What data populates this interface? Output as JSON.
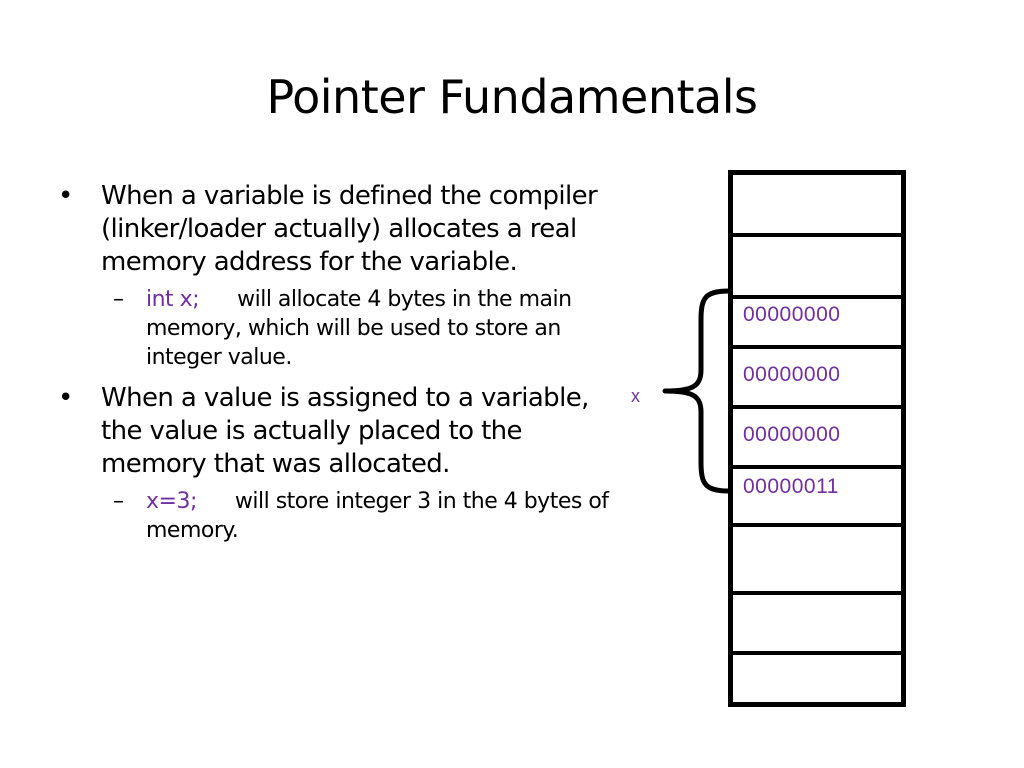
{
  "slide": {
    "title": "Pointer Fundamentals"
  },
  "bullets": [
    {
      "bullet_glyph": "•",
      "text": "When a variable is defined the compiler (linker/loader actually) allocates a real memory address for the variable.",
      "sub": {
        "dash_glyph": "–",
        "code": "int x;",
        "text": "will allocate 4 bytes in the main memory, which will be used to store an integer value."
      }
    },
    {
      "bullet_glyph": "•",
      "text": "When a value is assigned to a variable, the value is actually placed to the memory that was allocated.",
      "sub": {
        "dash_glyph": "–",
        "code": "x=3;",
        "text": "will store integer 3 in the 4 bytes of memory."
      }
    }
  ],
  "memory": {
    "variable_label": "x",
    "cells": [
      "",
      "",
      "00000000",
      "00000000",
      "00000000",
      "00000011",
      "",
      "",
      ""
    ]
  },
  "colors": {
    "code": "#7030a0",
    "text": "#000000",
    "background": "#ffffff"
  }
}
